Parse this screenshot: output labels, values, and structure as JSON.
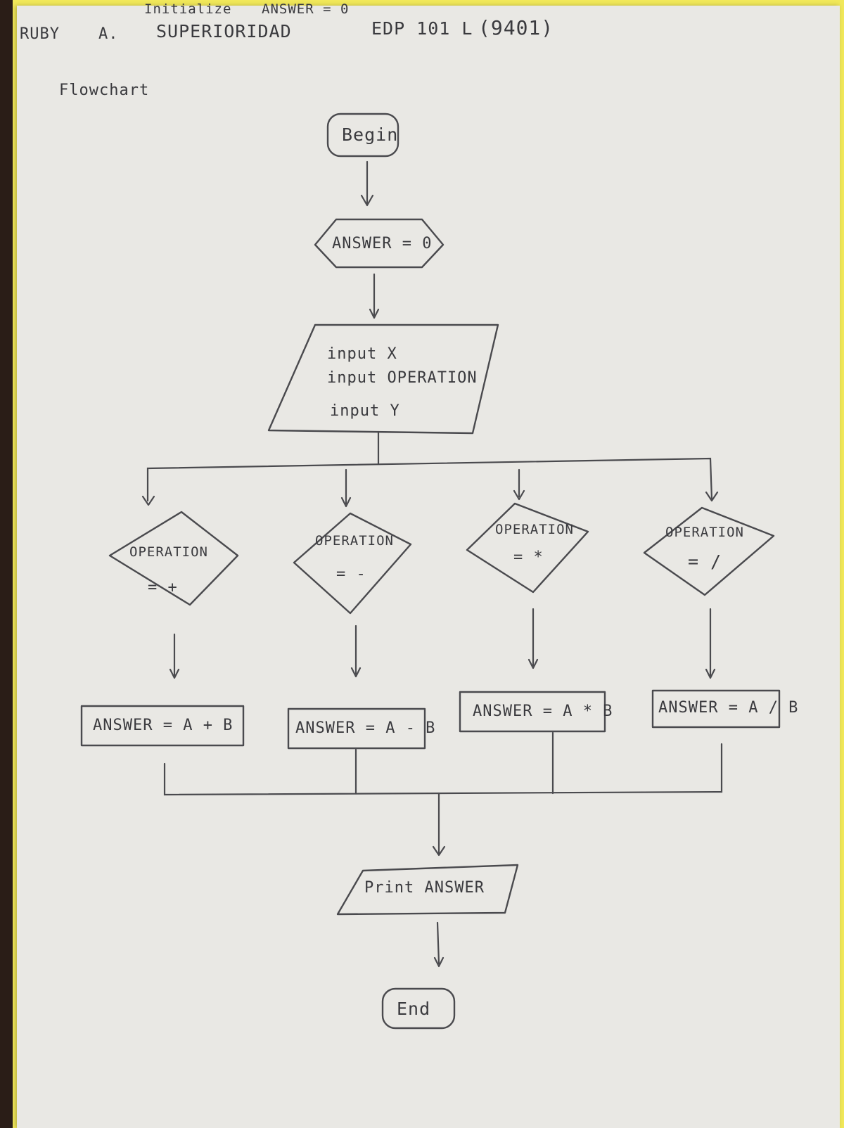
{
  "header": {
    "initialize_label": "Initialize",
    "initialize_value": "ANSWER = 0",
    "name_first": "RUBY",
    "name_initial": "A.",
    "name_last": "SUPERIORIDAD",
    "course": "EDP 101 L",
    "section": "(9401)"
  },
  "section_title": "Flowchart",
  "flowchart": {
    "begin": "Begin",
    "init": "ANSWER = 0",
    "input_lines": [
      "input X",
      "input OPERATION",
      "input Y"
    ],
    "decisions": [
      {
        "label": "OPERATION",
        "condition": "= +"
      },
      {
        "label": "OPERATION",
        "condition": "= -"
      },
      {
        "label": "OPERATION",
        "condition": "= *"
      },
      {
        "label": "OPERATION",
        "condition": "= /"
      }
    ],
    "processes": [
      "ANSWER = A + B",
      "ANSWER = A - B",
      "ANSWER = A * B",
      "ANSWER = A / B"
    ],
    "output": "Print ANSWER",
    "end": "End"
  },
  "colors": {
    "paper": "#e9e8e4",
    "pad": "#f1e85a",
    "ink": "#4a4a4e"
  }
}
